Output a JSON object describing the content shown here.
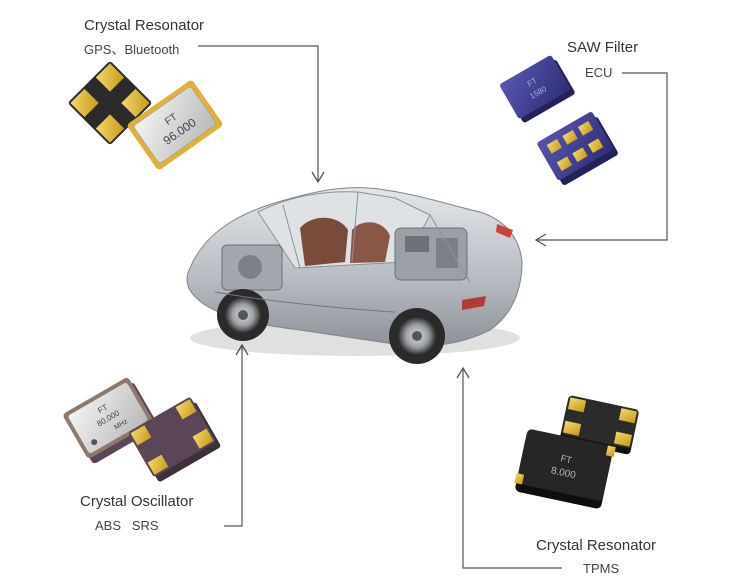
{
  "callouts": [
    {
      "title": "Crystal Resonator",
      "subtitle": "GPS、Bluetooth"
    },
    {
      "title": "SAW Filter",
      "subtitle": "ECU"
    },
    {
      "title": "Crystal Oscillator",
      "subtitle": "ABS   SRS"
    },
    {
      "title": "Crystal Resonator",
      "subtitle": "TPMS"
    }
  ],
  "chip_markings": {
    "gps_crystal": [
      "FT",
      "96.000"
    ],
    "saw_filter": [
      "FT",
      "1580"
    ],
    "oscillator": [
      "FT",
      "80.000",
      "MHz"
    ],
    "tpms_crystal": [
      "FT",
      "8.000"
    ]
  },
  "colors": {
    "arrow": "#555555",
    "pad_gold": "#e8c23a",
    "chip_dark": "#2b2b2b",
    "saw_blue": "#3e3d8f",
    "osc_purple": "#5a4656",
    "car_body": "#c9cdd2"
  }
}
